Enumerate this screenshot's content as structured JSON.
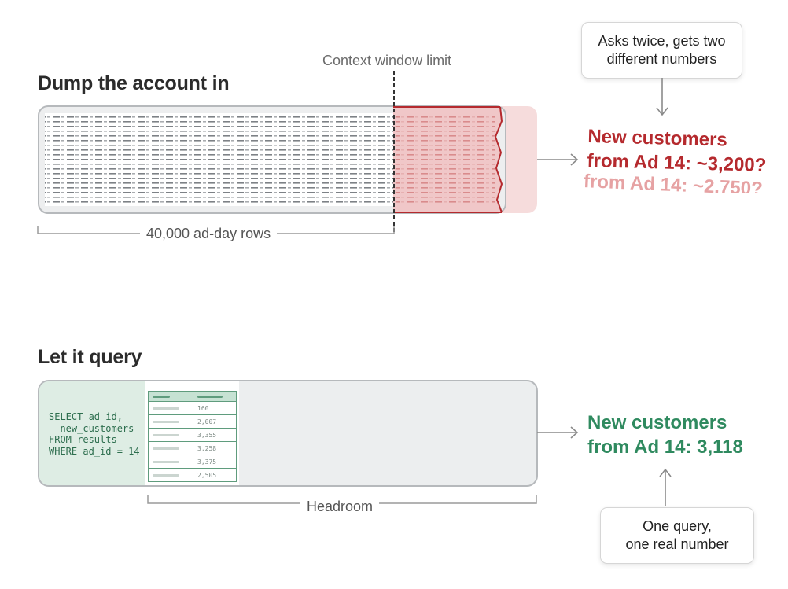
{
  "top": {
    "title": "Dump the account in",
    "context_limit_label": "Context window limit",
    "rows_label": "40,000 ad-day rows",
    "callout": [
      "Asks twice, gets two",
      "different numbers"
    ],
    "answer_lines": [
      "New customers",
      "from Ad 14: ~3,200?"
    ],
    "ghost_answer": "from Ad 14: ~2,750?"
  },
  "bottom": {
    "title": "Let it query",
    "sql_lines": [
      "SELECT ad_id,",
      "  new_customers",
      "FROM results",
      "WHERE ad_id = 14"
    ],
    "table_values": [
      "160",
      "2,007",
      "3,355",
      "3,258",
      "3,375",
      "2,505"
    ],
    "headroom_label": "Headroom",
    "answer_lines": [
      "New customers",
      "from Ad 14: 3,118"
    ],
    "callout": [
      "One query,",
      "one real number"
    ]
  },
  "colors": {
    "red_accent": "#b52a2e",
    "red_overflow": "#f4d3d3",
    "green_accent": "#2f8a5f",
    "panel_bg": "#eceeef",
    "arrow": "#8a8a8a"
  },
  "icons": [
    "arrow-right",
    "arrow-down",
    "arrow-up"
  ]
}
